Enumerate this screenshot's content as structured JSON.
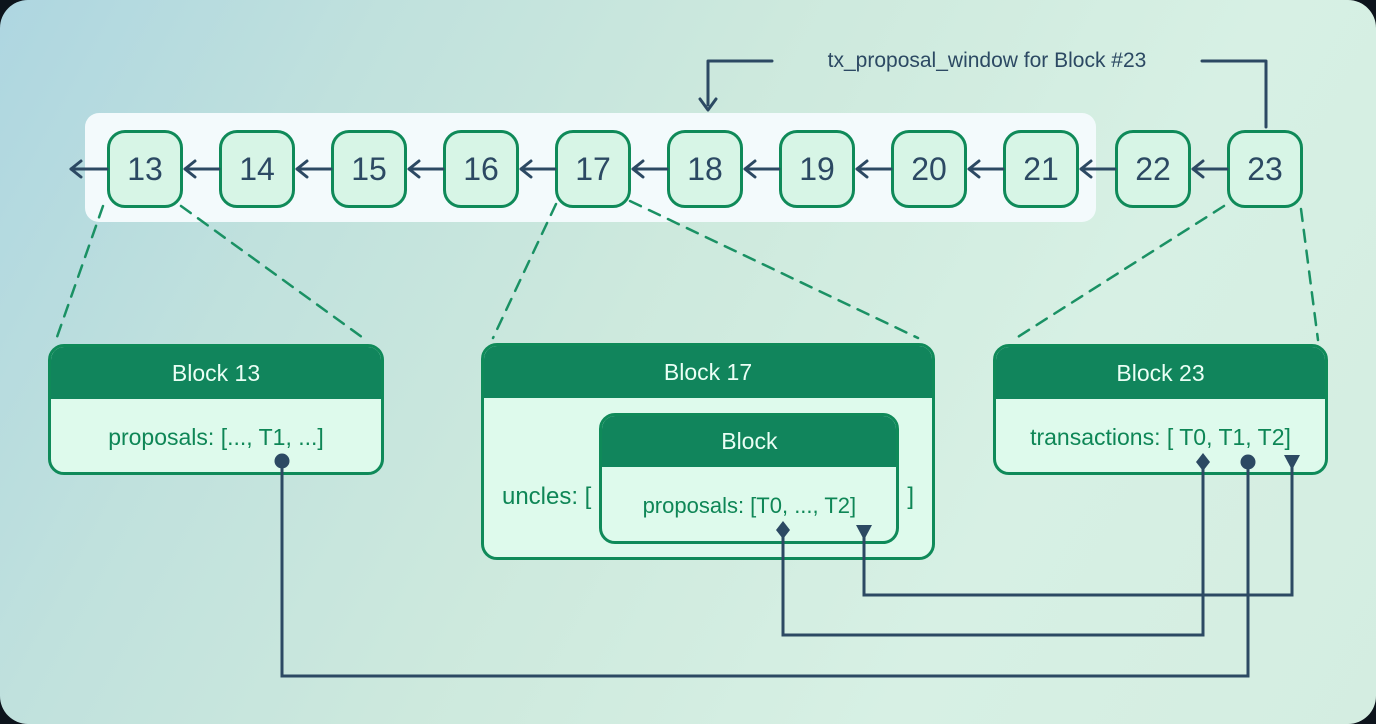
{
  "annotation": {
    "label": "tx_proposal_window for Block #23"
  },
  "chain": {
    "blocks": [
      "13",
      "14",
      "15",
      "16",
      "17",
      "18",
      "19",
      "20",
      "21",
      "22",
      "23"
    ]
  },
  "cards": {
    "block13": {
      "title": "Block 13",
      "body": "proposals: [..., T1, ...]"
    },
    "block17": {
      "title": "Block 17",
      "uncles_prefix": "uncles: [",
      "uncles_suffix": "]",
      "inner": {
        "title": "Block",
        "body": "proposals: [T0, ..., T2]"
      }
    },
    "block23": {
      "title": "Block 23",
      "body": "transactions: [ T0, T1, T2]"
    }
  },
  "colors": {
    "header_green": "#11855c",
    "border_green": "#0f8a59",
    "text_green": "#0e8656",
    "dashed_line_green": "#1a9164",
    "line_dark_slate": "#2c4963",
    "chain_block_fill": "#d7f5e6",
    "card_body_fill": "#defaec",
    "proposal_window_band": "#f3fafc"
  }
}
